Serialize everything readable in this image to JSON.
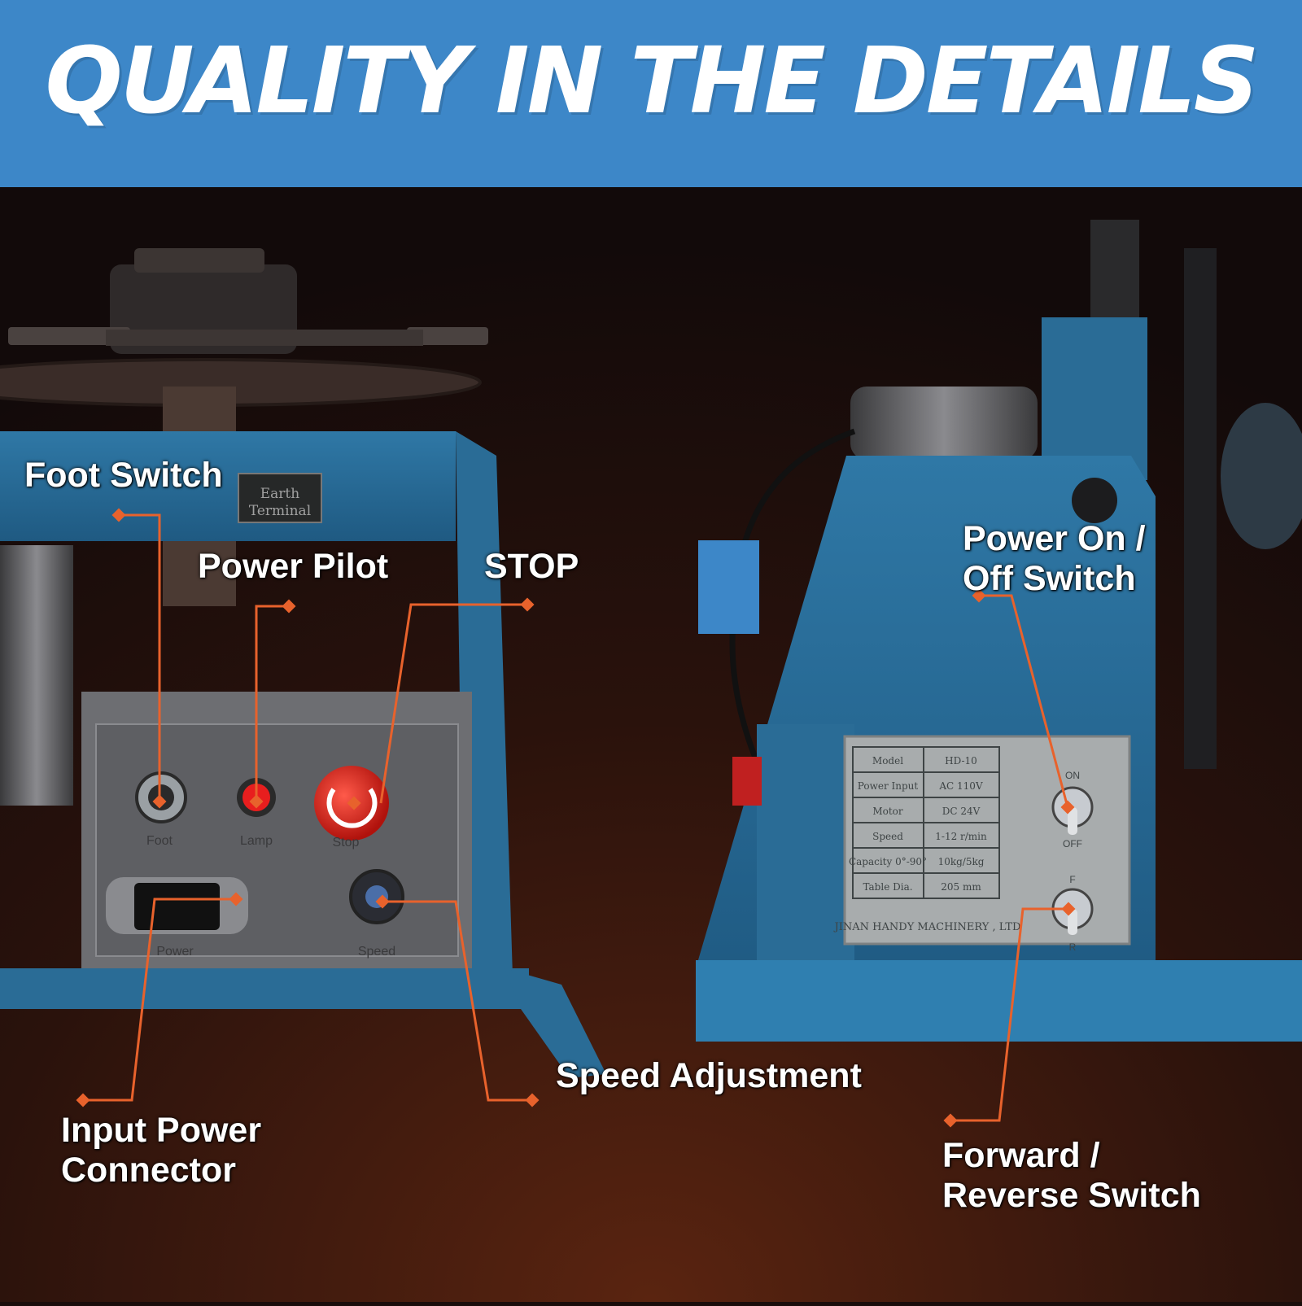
{
  "header": {
    "title": "QUALITY IN THE DETAILS"
  },
  "colors": {
    "banner": "#3d87c8",
    "machine_blue": "#2f7fb0",
    "callout": "#e8622c",
    "panel_gray": "#5e5f63",
    "background": "#1a0d0b"
  },
  "callouts": {
    "foot_switch": "Foot Switch",
    "power_pilot": "Power Pilot",
    "stop": "STOP",
    "power_switch": {
      "line1": "Power On /",
      "line2": "Off Switch"
    },
    "speed_adjustment": "Speed Adjustment",
    "input_power": {
      "line1": "Input Power",
      "line2": "Connector"
    },
    "forward_reverse": {
      "line1": "Forward /",
      "line2": "Reverse Switch"
    }
  },
  "left_panel": {
    "earth_plate": {
      "line1": "Earth",
      "line2": "Terminal"
    },
    "foot": "Foot",
    "lamp": "Lamp",
    "stop": "Stop",
    "power": "Power",
    "speed": "Speed"
  },
  "right_panel": {
    "spec_rows": [
      {
        "key": "Model",
        "value": "HD-10"
      },
      {
        "key": "Power Input",
        "value": "AC 110V"
      },
      {
        "key": "Motor",
        "value": "DC 24V"
      },
      {
        "key": "Speed",
        "value": "1-12 r/min"
      },
      {
        "key": "Capacity 0°-90°",
        "value": "10kg/5kg"
      },
      {
        "key": "Table Dia.",
        "value": "205 mm"
      }
    ],
    "manufacturer": "JINAN HANDY MACHINERY , LTD",
    "switch_top": {
      "top": "ON",
      "bottom": "OFF"
    },
    "switch_bottom": {
      "top": "F",
      "bottom": "R"
    }
  }
}
